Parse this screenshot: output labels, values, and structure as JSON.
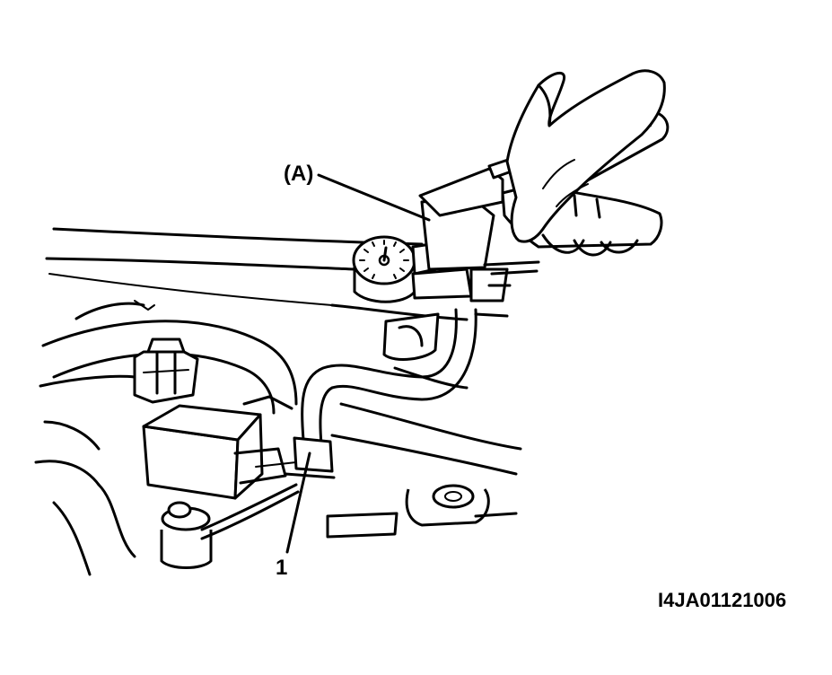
{
  "callouts": {
    "tool_label": "(A)",
    "part_number": "1"
  },
  "figure_id": "I4JA01121006",
  "colors": {
    "line": "#000000",
    "background": "#ffffff"
  }
}
